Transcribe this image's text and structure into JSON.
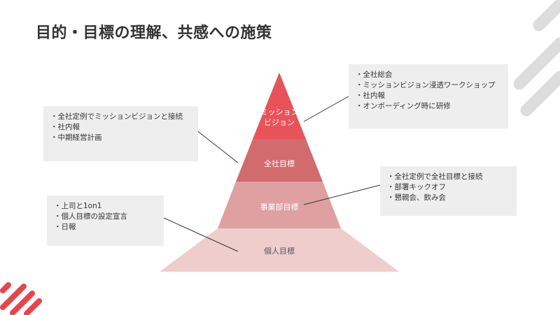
{
  "title": "目的・目標の理解、共感への施策",
  "colors": {
    "tier_top": "#e8535a",
    "tier_2": "#d26b6e",
    "tier_3": "#dea0a1",
    "tier_bottom": "#efcdcd",
    "callout_bg": "#eeeeee",
    "accent": "#e8454b",
    "deco_gray": "#dddddd"
  },
  "pyramid": {
    "tiers": [
      {
        "label_line1": "ミッション",
        "label_line2": "ビジョン"
      },
      {
        "label": "全社目標"
      },
      {
        "label": "事業部目標"
      },
      {
        "label": "個人目標"
      }
    ]
  },
  "callouts": {
    "mission_vision": {
      "items": [
        "全社総会",
        "ミッションビジョン浸透ワークショップ",
        "社内報",
        "オンボーディング時に研修"
      ]
    },
    "company_goal": {
      "items": [
        "全社定例でミッションビジョンと接続",
        "社内報",
        "中期経営計画"
      ]
    },
    "division_goal": {
      "items": [
        "全社定例で全社目標と接続",
        "部署キックオフ",
        "懇親会、飲み会"
      ]
    },
    "personal_goal": {
      "items": [
        "上司と1on1",
        "個人目標の設定宣言",
        "日報"
      ]
    }
  }
}
